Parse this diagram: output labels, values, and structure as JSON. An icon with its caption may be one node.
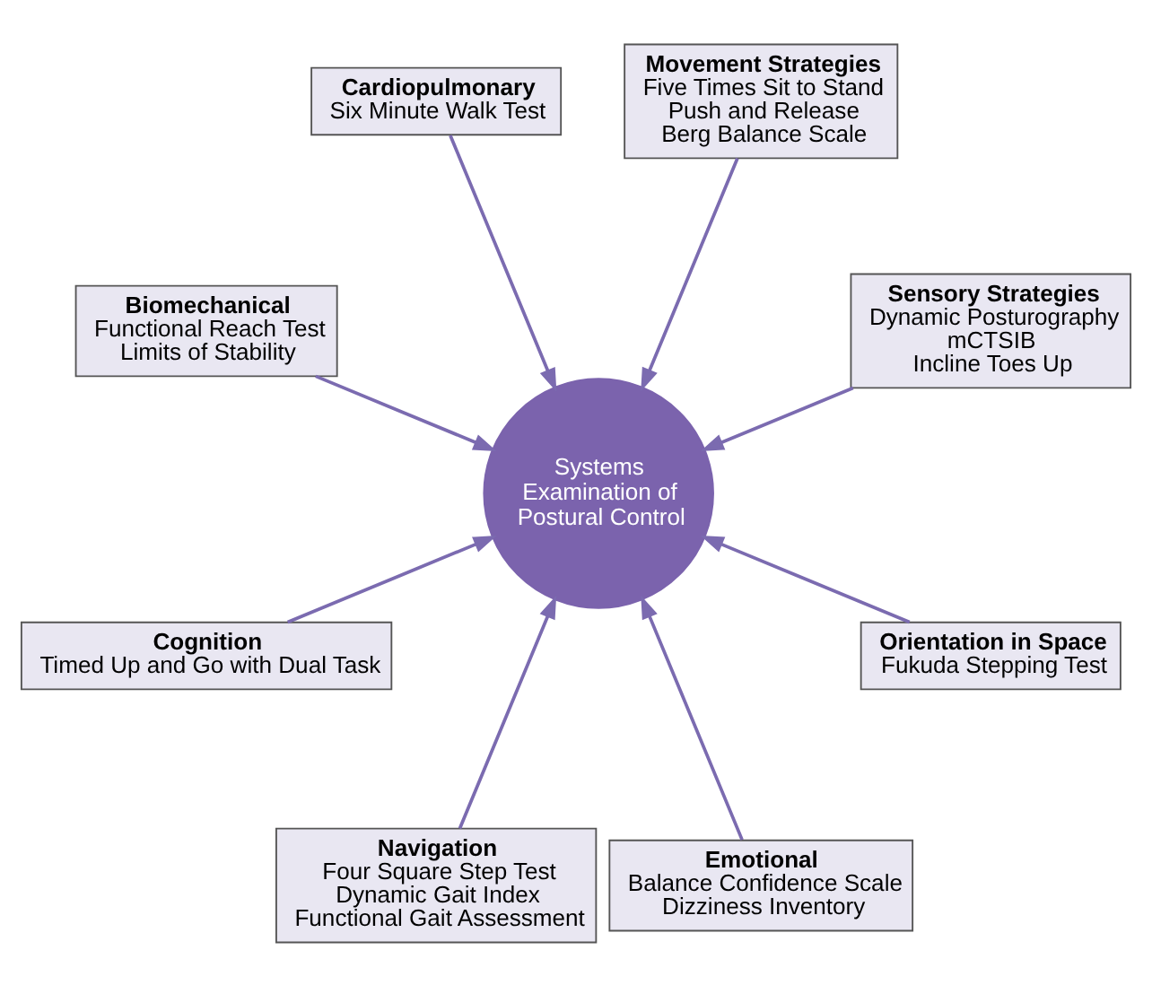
{
  "diagram": {
    "nodes": [
      {
        "text": [
          "Cardiopulmonary",
          "Six Minute Walk Test"
        ]
      },
      {
        "text": [
          "Biomechanical",
          "Functional Reach Test",
          "Limits of Stability"
        ]
      },
      {
        "text": [
          "Movement Strategies",
          "Five Times Sit to Stand",
          "Push and Release",
          "Berg Balance Scale"
        ]
      },
      {
        "text": [
          "Systems Examination of Postural Control"
        ]
      },
      {
        "text": [
          "Cognition",
          "Timed Up and Go with Dual Task"
        ]
      },
      {
        "text": [
          "Sensory Strategies",
          "Dynamic Posturography",
          "mCTSIB",
          "Incline Toes Up"
        ]
      },
      {
        "text": [
          "Navigation",
          "Four Square Step Test",
          "Dynamic Gait Index",
          "Functional Gait Assessment"
        ]
      },
      {
        "text": [
          "Orientation in Space",
          "Fukuda Stepping Test"
        ]
      },
      {
        "text": [
          "Emotional",
          "Balance Confidence Scale",
          "Dizziness Inventory"
        ]
      }
    ],
    "edges": [
      {
        "from": 0,
        "to": 3,
        "arrow": "to"
      },
      {
        "from": 1,
        "to": 3,
        "arrow": "to"
      },
      {
        "from": 2,
        "to": 3,
        "arrow": "to"
      },
      {
        "from": 4,
        "to": 3,
        "arrow": "to"
      },
      {
        "from": 5,
        "to": 3,
        "arrow": "to"
      },
      {
        "from": 6,
        "to": 3,
        "arrow": "to"
      },
      {
        "from": 7,
        "to": 3,
        "arrow": "to"
      },
      {
        "from": 8,
        "to": 3,
        "arrow": "to"
      }
    ]
  }
}
